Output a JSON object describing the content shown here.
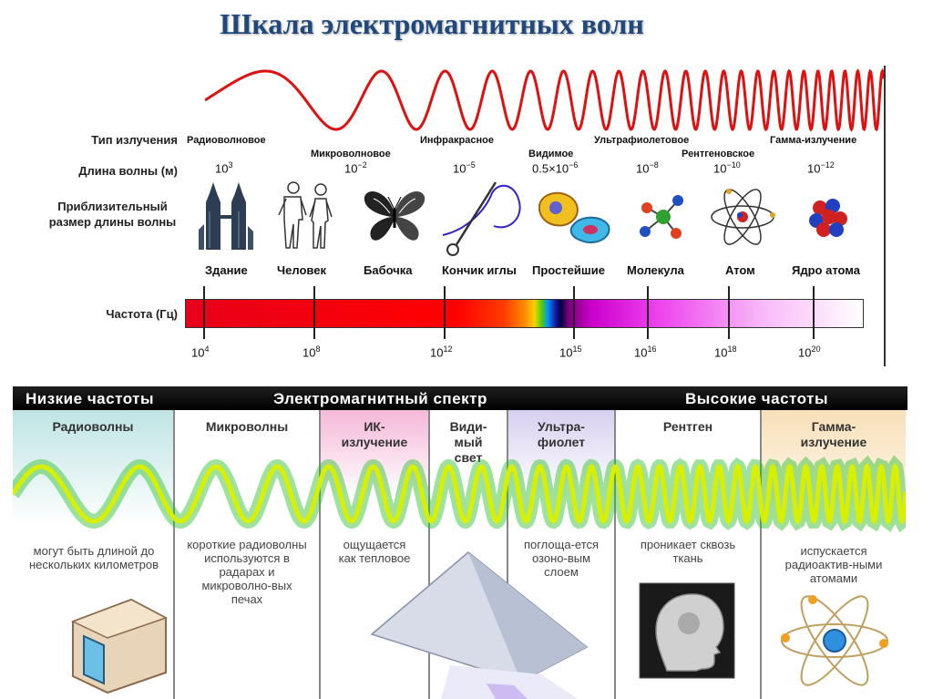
{
  "title": "Шкала электромагнитных волн",
  "top": {
    "row_labels": {
      "type": "Тип излучения",
      "wavelength": "Длина волны (м)",
      "size": "Приблизительный размер длины волны",
      "frequency": "Частота (Гц)"
    },
    "types": [
      "Радиоволновое",
      "Микроволновое",
      "Инфракрасное",
      "Видимое",
      "Ультрафиолетовое",
      "Рентгеновское",
      "Гамма-излучение"
    ],
    "wavelengths": [
      {
        "base": "10",
        "exp": "3"
      },
      {
        "base": "10",
        "exp": "−2"
      },
      {
        "base": "10",
        "exp": "−5"
      },
      {
        "base": "0.5×10",
        "exp": "−6"
      },
      {
        "base": "10",
        "exp": "−8"
      },
      {
        "base": "10",
        "exp": "−10"
      },
      {
        "base": "10",
        "exp": "−12"
      }
    ],
    "objects": [
      "Здание",
      "Человек",
      "Бабочка",
      "Кончик иглы",
      "Простейшие",
      "Молекула",
      "Атом",
      "Ядро атома"
    ],
    "frequencies": [
      {
        "base": "10",
        "exp": "4"
      },
      {
        "base": "10",
        "exp": "8"
      },
      {
        "base": "10",
        "exp": "12"
      },
      {
        "base": "10",
        "exp": "15"
      },
      {
        "base": "10",
        "exp": "16"
      },
      {
        "base": "10",
        "exp": "18"
      },
      {
        "base": "10",
        "exp": "20"
      }
    ],
    "wave_color": "#e01010"
  },
  "bottom": {
    "header_left": "Низкие частоты",
    "header_center": "Электромагнитный спектр",
    "header_right": "Высокие частоты",
    "columns": [
      {
        "title": "Радиоволны",
        "desc": "могут быть длиной до нескольких километров"
      },
      {
        "title": "Микроволны",
        "desc": "короткие радиоволны используются в радарах и микроволно-вых печах"
      },
      {
        "title": "ИК-излучение",
        "desc": "ощущается как тепловое"
      },
      {
        "title": "Види-мый свет",
        "desc": ""
      },
      {
        "title": "Ультра-фиолет",
        "desc": "поглоща-ется озоно-вым слоем"
      },
      {
        "title": "Рентген",
        "desc": "проникает сквозь ткань"
      },
      {
        "title": "Гамма-излучение",
        "desc": "испускается радиоактив-ными атомами"
      }
    ],
    "wave_color": "#d8f000",
    "wave_glow": "#2bbf2b"
  }
}
